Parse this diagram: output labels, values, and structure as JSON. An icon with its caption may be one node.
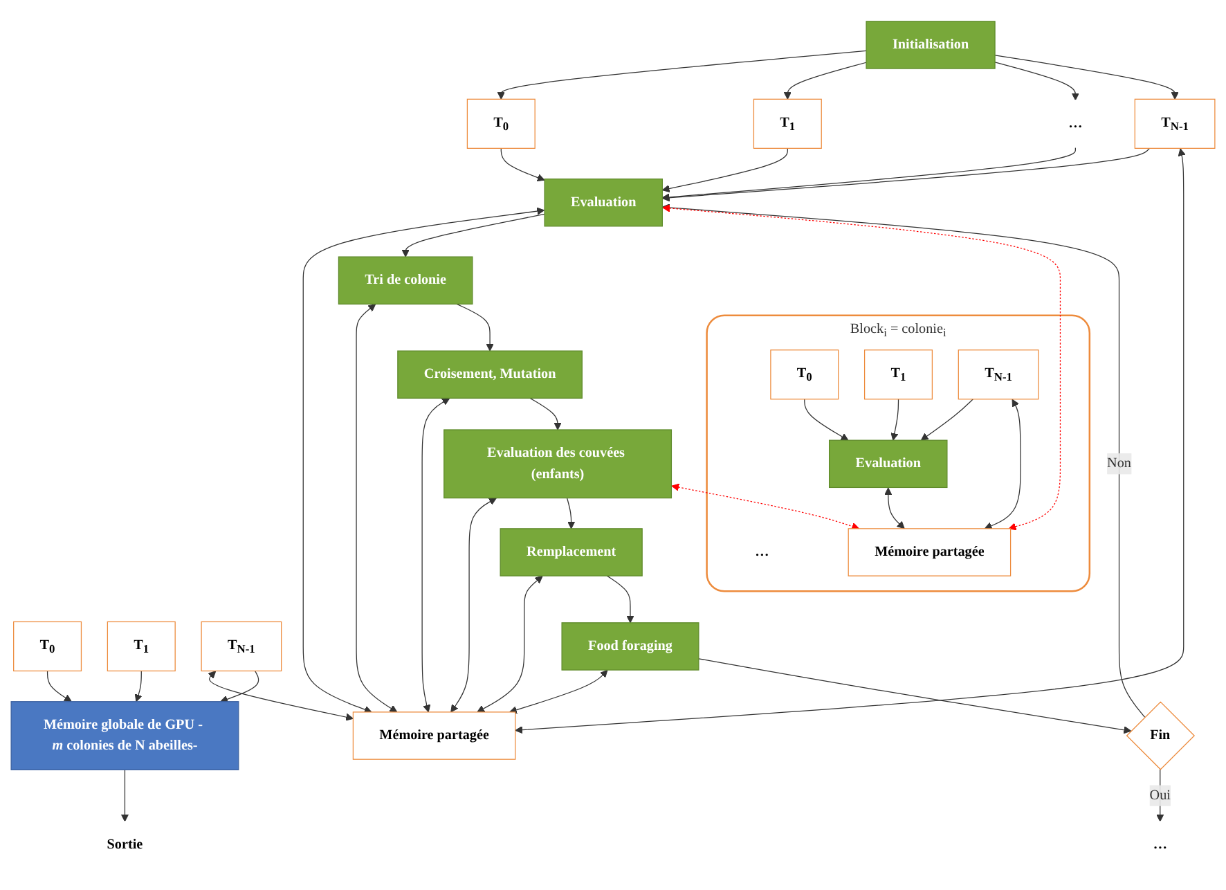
{
  "diagram": {
    "nodes": [
      {
        "text": [
          "Initialisation"
        ]
      },
      {
        "text": [
          "T$_{0}$"
        ]
      },
      {
        "text": [
          "T$_{1}$"
        ]
      },
      {
        "text": [
          "…"
        ]
      },
      {
        "text": [
          "T$_{N-1}$"
        ]
      },
      {
        "text": [
          "Mémoire partagée"
        ]
      },
      {
        "text": [
          "Evaluation"
        ]
      },
      {
        "text": [
          "Tri de colonie"
        ]
      },
      {
        "text": [
          "Croisement, Mutation"
        ]
      },
      {
        "text": [
          "Evaluation des couvées (enfants)"
        ]
      },
      {
        "text": [
          "Remplacement"
        ]
      },
      {
        "text": [
          "Food foraging"
        ]
      },
      {
        "text": [
          "Fin"
        ]
      },
      {
        "text": [
          "T$_{0}$"
        ]
      },
      {
        "text": [
          "T$_{1}$"
        ]
      },
      {
        "text": [
          "…"
        ]
      },
      {
        "text": [
          "T$_{N-1}$"
        ]
      },
      {
        "text": [
          "Mémoire globale de GPU - *m* colonies de N abeilles-"
        ]
      },
      {
        "text": [
          "Block$_{i}$ = colonie$_{i}$"
        ]
      },
      {
        "text": [
          "T$_{0}$"
        ],
        "in": 18
      },
      {
        "text": [
          "T$_{1}$"
        ],
        "in": 18
      },
      {
        "text": [
          "…"
        ],
        "in": 18
      },
      {
        "text": [
          "T$_{N-1}$"
        ],
        "in": 18
      },
      {
        "text": [
          "Evaluation"
        ],
        "in": 18
      },
      {
        "text": [
          "Mémoire partagée"
        ],
        "in": 18
      },
      {
        "text": [
          "Sortie"
        ]
      }
    ],
    "edges": [
      {
        "from": 0,
        "to": 1,
        "arrow": "to"
      },
      {
        "from": 0,
        "to": 2,
        "arrow": "to"
      },
      {
        "from": 0,
        "to": 3,
        "arrow": "to"
      },
      {
        "from": 0,
        "to": 4,
        "arrow": "to"
      },
      {
        "from": 1,
        "to": 6,
        "arrow": "to"
      },
      {
        "from": 2,
        "to": 6,
        "arrow": "to"
      },
      {
        "from": 3,
        "to": 6,
        "arrow": "to"
      },
      {
        "from": 4,
        "to": 6,
        "arrow": "to"
      },
      {
        "from": 4,
        "to": 5,
        "arrow": "both"
      },
      {
        "from": 6,
        "to": 5,
        "arrow": "both"
      },
      {
        "from": 6,
        "to": 7,
        "arrow": "to"
      },
      {
        "from": 7,
        "to": 5,
        "arrow": "both"
      },
      {
        "from": 7,
        "to": 8,
        "arrow": "to"
      },
      {
        "from": 8,
        "to": 5,
        "arrow": "both"
      },
      {
        "from": 8,
        "to": 9,
        "arrow": "to"
      },
      {
        "from": 9,
        "to": 5,
        "arrow": "both"
      },
      {
        "from": 9,
        "to": 10,
        "arrow": "to"
      },
      {
        "from": 10,
        "to": 5,
        "arrow": "both"
      },
      {
        "from": 10,
        "to": 11,
        "arrow": "to"
      },
      {
        "from": 11,
        "to": 5,
        "arrow": "both"
      },
      {
        "from": 11,
        "to": 12,
        "arrow": "to"
      },
      {
        "from": 12,
        "to": 6,
        "arrow": "to",
        "label": "Non"
      },
      {
        "from": 12,
        "to": 15,
        "arrow": "to",
        "label": "Oui"
      },
      {
        "from": 16,
        "to": 5,
        "arrow": "both"
      },
      {
        "from": 13,
        "to": 17,
        "arrow": "to"
      },
      {
        "from": 14,
        "to": 17,
        "arrow": "to"
      },
      {
        "from": 16,
        "to": 17,
        "arrow": "to"
      },
      {
        "from": 6,
        "to": 24,
        "arrow": "both",
        "style": "dashed",
        "color": "#ff0000"
      },
      {
        "from": 9,
        "to": 24,
        "arrow": "both",
        "style": "dashed",
        "color": "#ff0000"
      },
      {
        "from": 19,
        "to": 23,
        "arrow": "to"
      },
      {
        "from": 20,
        "to": 23,
        "arrow": "to"
      },
      {
        "from": 22,
        "to": 23,
        "arrow": "to"
      },
      {
        "from": 22,
        "to": 24,
        "arrow": "both"
      },
      {
        "from": 23,
        "to": 24,
        "arrow": "both"
      },
      {
        "from": 17,
        "to": 25,
        "arrow": "to"
      }
    ]
  }
}
